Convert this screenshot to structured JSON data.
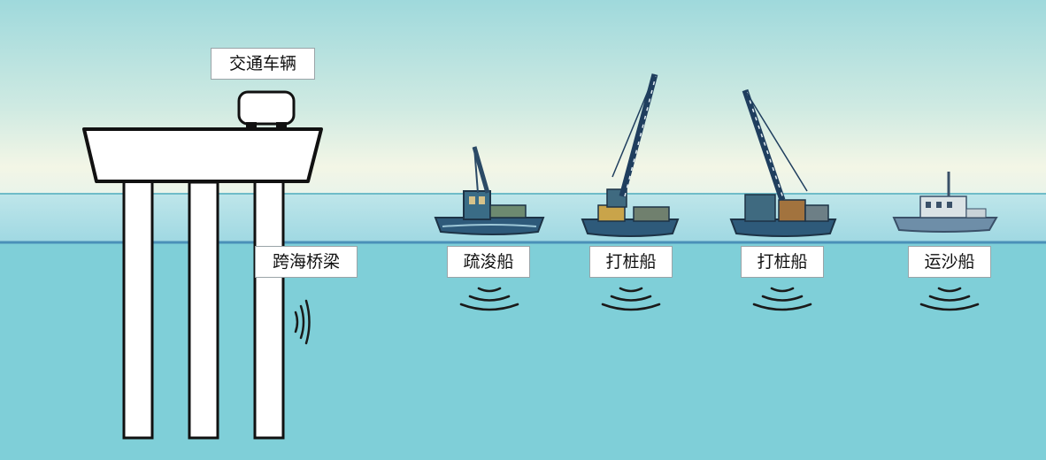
{
  "labels": {
    "vehicle": "交通车辆",
    "bridge": "跨海桥梁",
    "dredger": "疏浚船",
    "pile_driver_1": "打桩船",
    "pile_driver_2": "打桩船",
    "sand_carrier": "运沙船"
  },
  "colors": {
    "sky_top": "#9fd9dc",
    "sky_horizon": "#f3f6e6",
    "sea": "#7fcfd8",
    "structure": "#ffffff",
    "outline": "#111111"
  }
}
